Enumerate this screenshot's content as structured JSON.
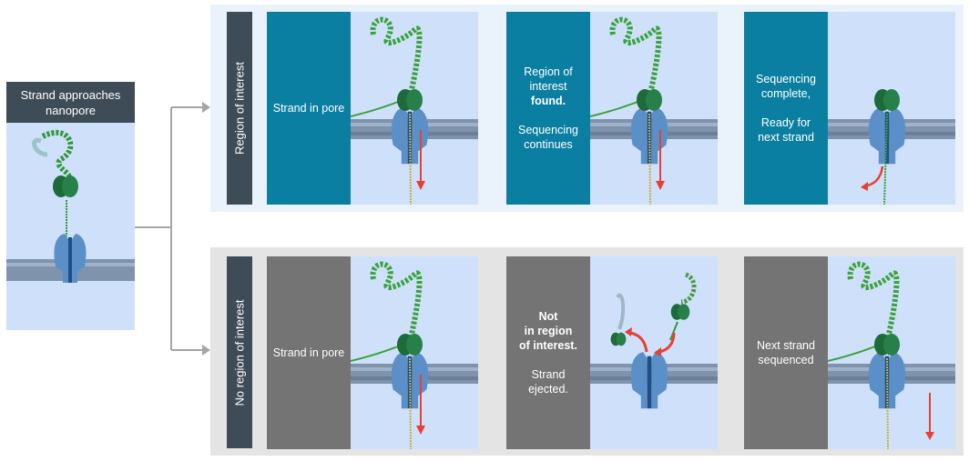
{
  "start": {
    "title": "Strand approaches nanopore"
  },
  "groups": [
    {
      "label": "Region of interest",
      "steps": [
        {
          "lines": [
            "Strand in pore"
          ]
        },
        {
          "lines": [
            "Region of",
            "interest",
            "found.",
            "",
            "Sequencing",
            "continues"
          ],
          "bold": [
            2
          ]
        },
        {
          "lines": [
            "Sequencing",
            "complete,",
            "",
            "Ready for",
            "next strand"
          ]
        }
      ]
    },
    {
      "label": "No region of interest",
      "steps": [
        {
          "lines": [
            "Strand in pore"
          ]
        },
        {
          "lines": [
            "Not",
            "in region",
            "of interest.",
            "",
            "Strand",
            "ejected."
          ],
          "bold": [
            0,
            1,
            2
          ]
        },
        {
          "lines": [
            "Next strand",
            "sequenced"
          ]
        }
      ]
    }
  ],
  "colors": {
    "header": "#3e4c57",
    "teal": "#0b7fa1",
    "gray": "#747474",
    "panel_bg": "#cfe0fb",
    "arrow": "#e8402f",
    "strand": "#2f9a3a",
    "pore": "#5b8fc7"
  }
}
